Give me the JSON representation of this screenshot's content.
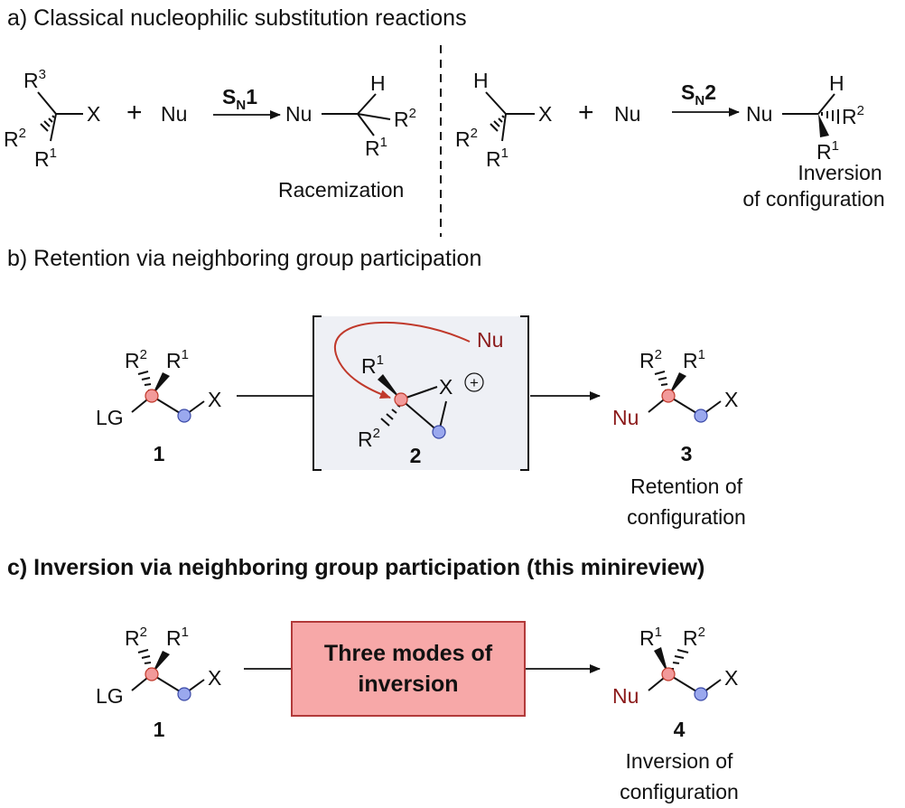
{
  "headers": {
    "a": "a) Classical nucleophilic substitution reactions",
    "b": "b) Retention via neighboring group participation",
    "c": "c) Inversion via neighboring group participation (this minireview)"
  },
  "atoms": {
    "X": "X",
    "Nu": "Nu",
    "H": "H",
    "R": "R",
    "LG": "LG",
    "plus": "+",
    "s1": "1",
    "s2": "2",
    "s3": "3",
    "cation": "+"
  },
  "reactions": {
    "sn1_label": "S",
    "sn1_sub": "N",
    "sn1_num": "1",
    "sn2_label": "S",
    "sn2_sub": "N",
    "sn2_num": "2",
    "racemization": "Racemization",
    "inversion_line1": "Inversion",
    "inversion_line2": "of configuration"
  },
  "panel_b": {
    "compound_start": "1",
    "compound_intermediate": "2",
    "compound_product": "3",
    "product_note_line1": "Retention of",
    "product_note_line2": "configuration"
  },
  "panel_c": {
    "compound_start": "1",
    "compound_product": "4",
    "box_line1": "Three modes of",
    "box_line2": "inversion",
    "product_note_line1": "Inversion of",
    "product_note_line2": "configuration"
  },
  "colors": {
    "stereocenter": "#f29a9a",
    "stereocenter_stroke": "#c0392b",
    "neighbor_atom": "#9aa8ee",
    "neighbor_stroke": "#3b4aa8",
    "nucleophile": "#8b1a1a",
    "attack_arrow": "#c0392b",
    "intermediate_box": "#eef0f5",
    "modes_box_fill": "#f7a8a8",
    "modes_box_stroke": "#b23a3a"
  }
}
